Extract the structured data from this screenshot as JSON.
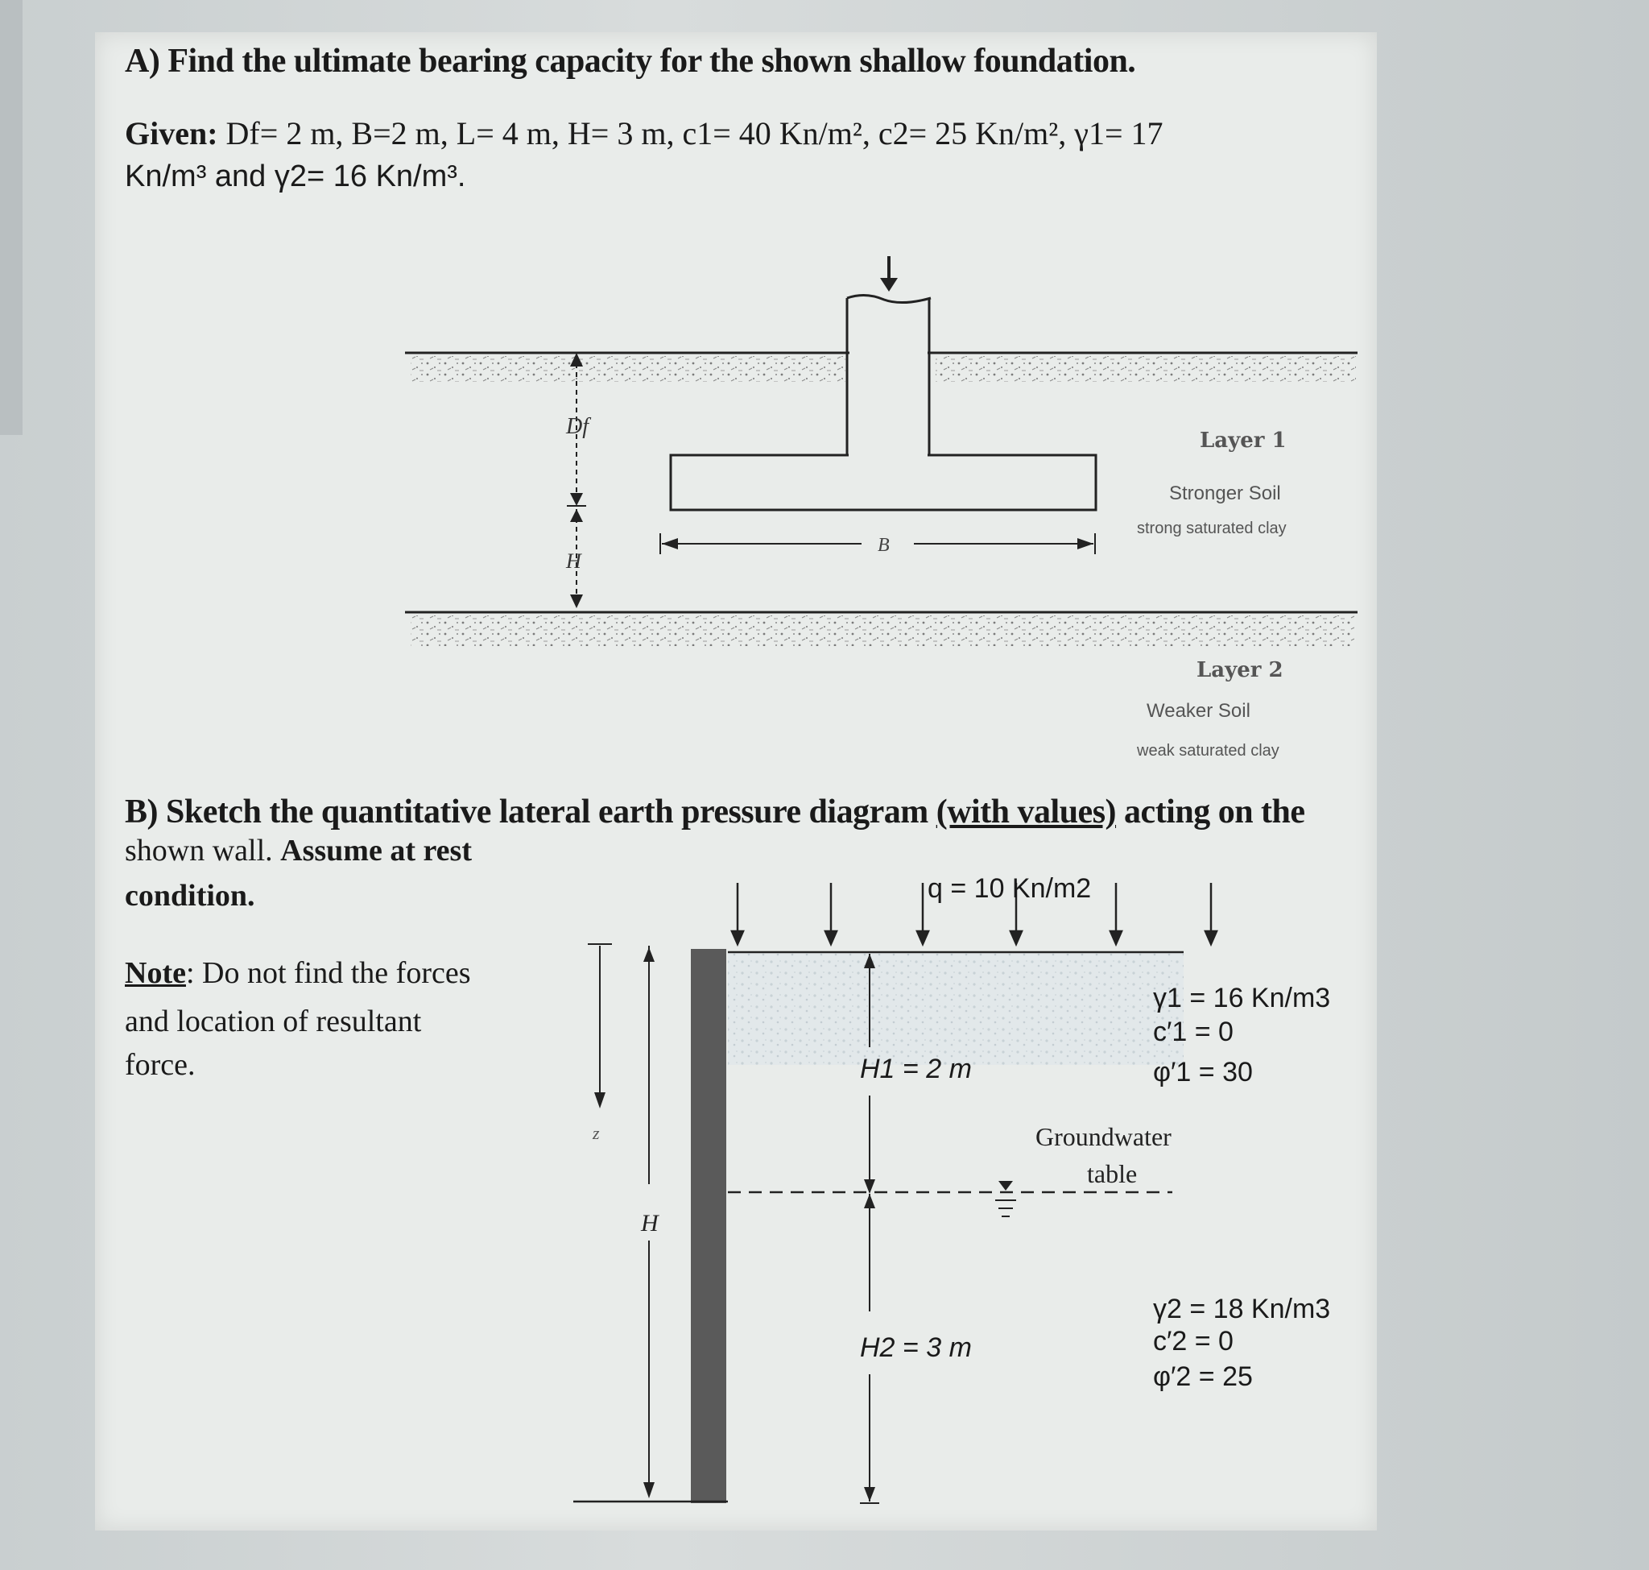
{
  "part_a": {
    "title": "A) Find the ultimate bearing capacity for the shown shallow foundation.",
    "given_label": "Given:",
    "given_line1": "Df= 2 m, B=2 m, L= 4 m, H= 3 m, c1= 40 Kn/m², c2= 25 Kn/m², γ1= 17",
    "given_line2": "Kn/m³ and γ2= 16 Kn/m³.",
    "figure": {
      "dim_df": "Df",
      "dim_h": "H",
      "dim_b": "B",
      "layer1_title": "Layer 1",
      "layer1_name": "Stronger Soil",
      "layer1_desc": "strong saturated clay",
      "layer2_title": "Layer 2",
      "layer2_name": "Weaker Soil",
      "layer2_desc": "weak saturated clay"
    }
  },
  "part_b": {
    "title_line1_a": "B) Sketch the quantitative lateral earth pressure diagram",
    "title_line1_u": "(with values)",
    "title_line1_b": "acting on the",
    "title_line2_a": "shown wall.",
    "title_line2_b": "Assume at rest",
    "title_line3": "condition.",
    "note_label": "Note",
    "note_line1": ": Do not find the forces",
    "note_line2": "and location of resultant",
    "note_line3": "force.",
    "figure": {
      "surcharge": "q = 10 Kn/m2",
      "h1": "H1 = 2 m",
      "h2": "H2 = 3 m",
      "h_total": "H",
      "z_label": "z",
      "layer1_gamma": "γ1 = 16 Kn/m3",
      "layer1_c": "c′1 = 0",
      "layer1_phi": "φ′1 = 30",
      "gw_line1": "Groundwater",
      "gw_line2": "table",
      "layer2_gamma": "γ2 = 18 Kn/m3",
      "layer2_c": "c′2 = 0",
      "layer2_phi": "φ′2 = 25"
    }
  }
}
